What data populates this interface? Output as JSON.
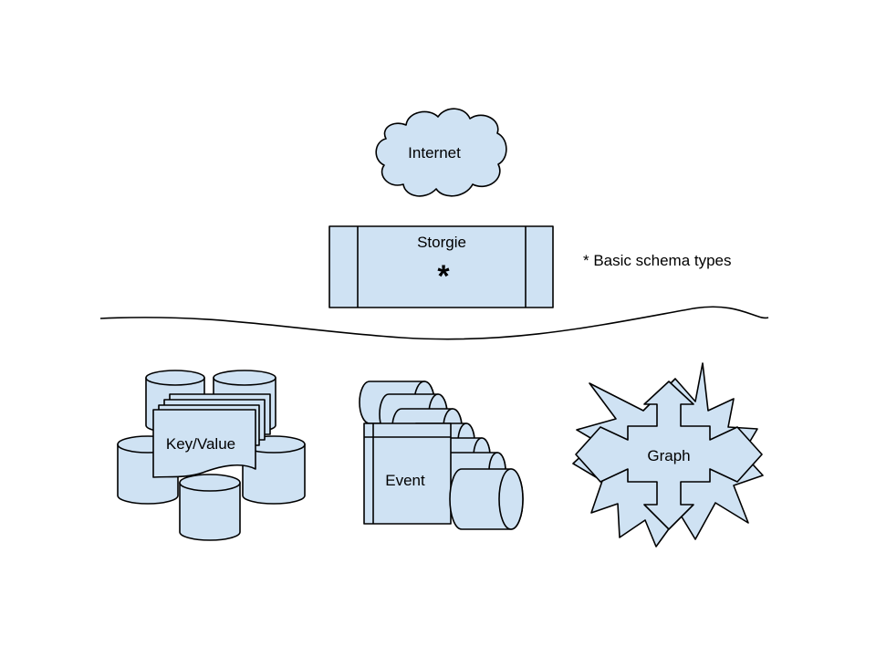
{
  "diagram": {
    "internet_label": "Internet",
    "storgie_label": "Storgie",
    "storgie_mark": "*",
    "legend": "* Basic schema types",
    "keyvalue_label": "Key/Value",
    "event_label": "Event",
    "graph_label": "Graph"
  },
  "colors": {
    "fill": "#cfe2f3",
    "stroke": "#000000"
  }
}
